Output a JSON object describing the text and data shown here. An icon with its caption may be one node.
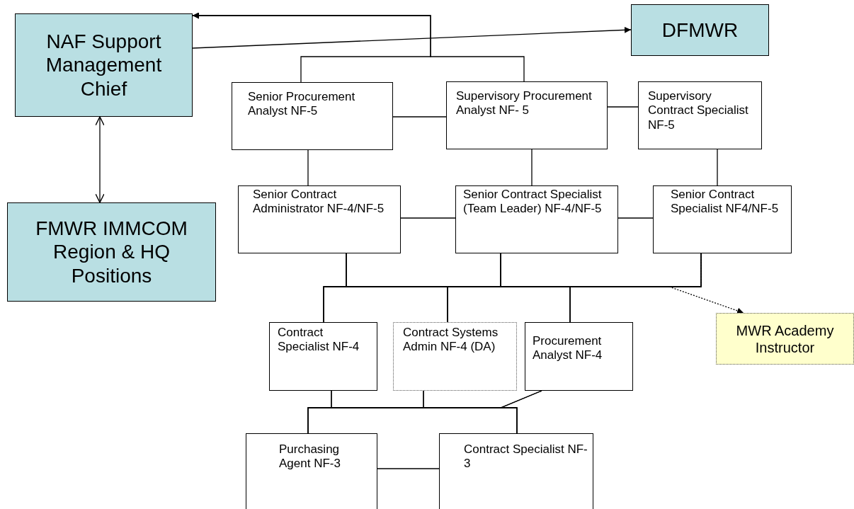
{
  "diagram": {
    "nodes": [
      {
        "text": [
          "NAF Support Management Chief"
        ]
      },
      {
        "text": [
          "DFMWR"
        ]
      },
      {
        "text": [
          "FMWR IMMCOM Region & HQ Positions"
        ]
      },
      {
        "text": [
          "Senior Procurement Analyst NF-5"
        ]
      },
      {
        "text": [
          "Supervisory Procurement Analyst NF- 5"
        ]
      },
      {
        "text": [
          "Supervisory Contract Specialist NF-5"
        ]
      },
      {
        "text": [
          "Senior Contract Administrator NF-4/NF-5"
        ]
      },
      {
        "text": [
          "Senior Contract Specialist (Team Leader) NF-4/NF-5"
        ]
      },
      {
        "text": [
          "Senior Contract Specialist NF4/NF-5"
        ]
      },
      {
        "text": [
          "Contract Specialist NF-4"
        ]
      },
      {
        "text": [
          "Contract Systems Admin NF-4 (DA)"
        ]
      },
      {
        "text": [
          "Procurement Analyst NF-4"
        ]
      },
      {
        "text": [
          "MWR Academy Instructor"
        ]
      },
      {
        "text": [
          "Purchasing Agent NF-3"
        ]
      },
      {
        "text": [
          "Contract Specialist NF-3"
        ]
      }
    ],
    "edges": [
      {
        "from": 3,
        "to": 0,
        "arrow": "to"
      },
      {
        "from": 4,
        "to": 0,
        "arrow": "to"
      },
      {
        "from": 0,
        "to": 1,
        "arrow": "to"
      },
      {
        "from": 0,
        "to": 2,
        "arrow": "both"
      },
      {
        "from": 3,
        "to": 4,
        "arrow": "none"
      },
      {
        "from": 4,
        "to": 5,
        "arrow": "none"
      },
      {
        "from": 3,
        "to": 6,
        "arrow": "none"
      },
      {
        "from": 4,
        "to": 7,
        "arrow": "none"
      },
      {
        "from": 5,
        "to": 8,
        "arrow": "none"
      },
      {
        "from": 6,
        "to": 7,
        "arrow": "none"
      },
      {
        "from": 7,
        "to": 8,
        "arrow": "none"
      },
      {
        "from": 6,
        "to": 9,
        "arrow": "none"
      },
      {
        "from": 6,
        "to": 10,
        "arrow": "none"
      },
      {
        "from": 6,
        "to": 11,
        "arrow": "none"
      },
      {
        "from": 7,
        "to": 9,
        "arrow": "none"
      },
      {
        "from": 7,
        "to": 10,
        "arrow": "none"
      },
      {
        "from": 7,
        "to": 11,
        "arrow": "none"
      },
      {
        "from": 8,
        "to": 9,
        "arrow": "none"
      },
      {
        "from": 8,
        "to": 10,
        "arrow": "none"
      },
      {
        "from": 8,
        "to": 11,
        "arrow": "none"
      },
      {
        "from": 8,
        "to": 12,
        "arrow": "to",
        "style": "dashed"
      },
      {
        "from": 9,
        "to": 13,
        "arrow": "none"
      },
      {
        "from": 9,
        "to": 14,
        "arrow": "none"
      },
      {
        "from": 10,
        "to": 13,
        "arrow": "none"
      },
      {
        "from": 10,
        "to": 14,
        "arrow": "none"
      },
      {
        "from": 11,
        "to": 13,
        "arrow": "none"
      },
      {
        "from": 11,
        "to": 14,
        "arrow": "none"
      },
      {
        "from": 13,
        "to": 14,
        "arrow": "none"
      }
    ]
  }
}
